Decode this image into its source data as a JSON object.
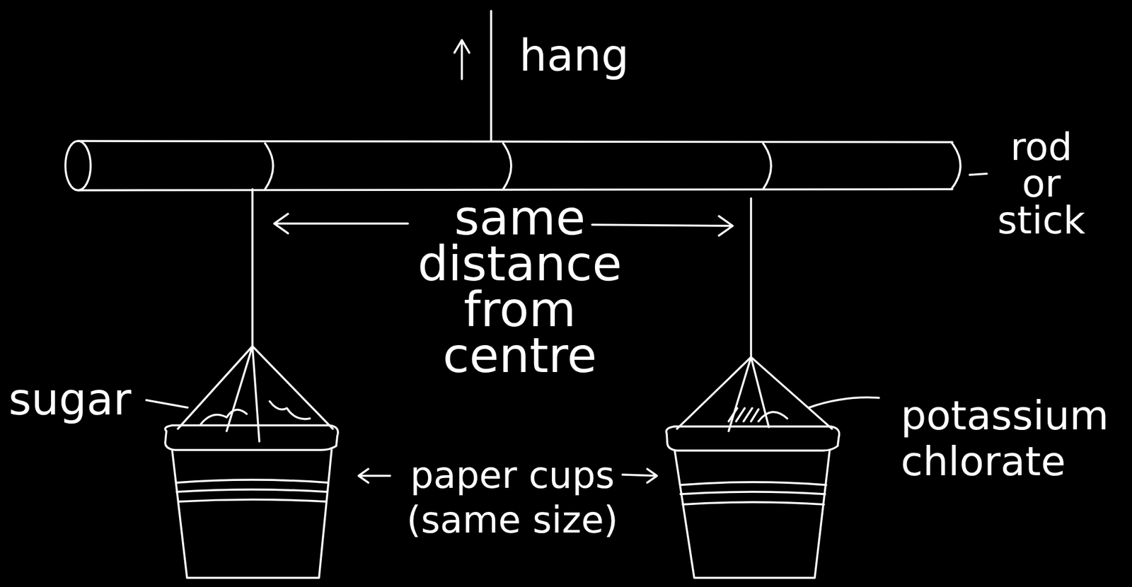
{
  "diagram": {
    "labels": [
      "hang",
      "rod or stick",
      "same distance from centre",
      "sugar",
      "paper cups (same size)",
      "potassium chlorate"
    ]
  }
}
